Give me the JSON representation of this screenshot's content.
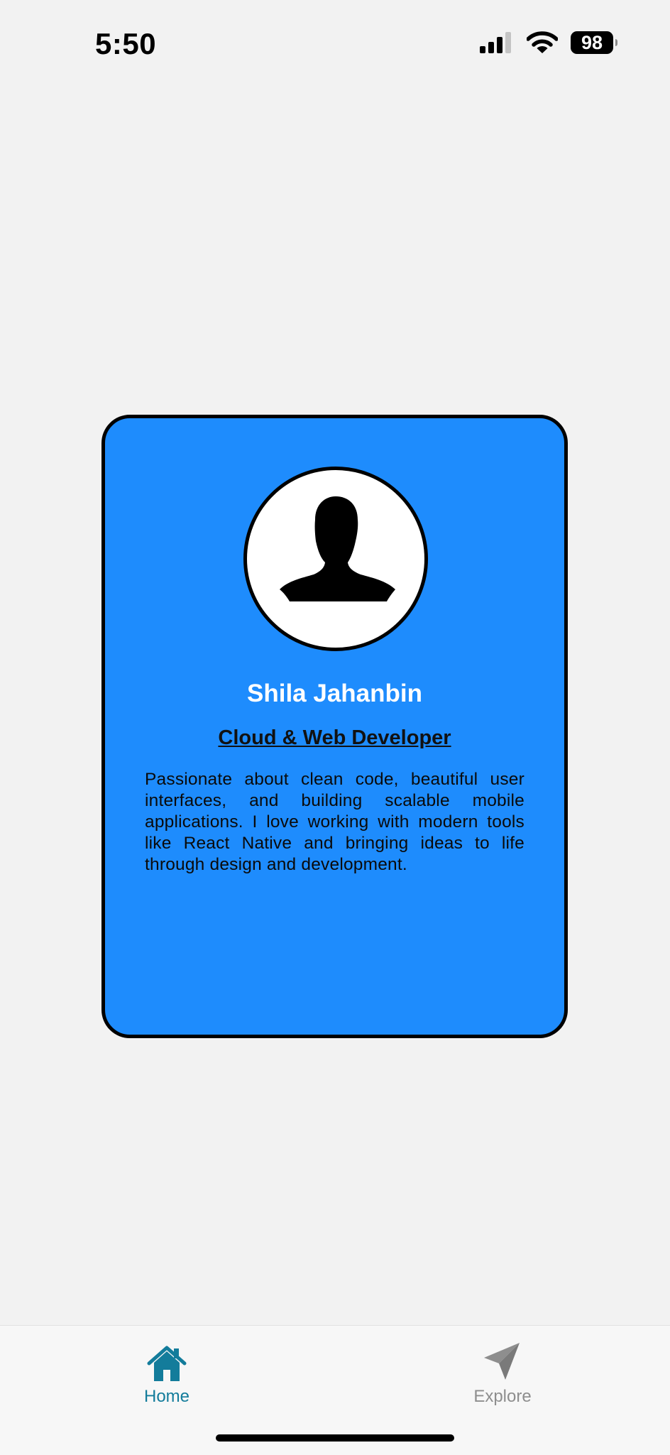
{
  "status_bar": {
    "time": "5:50",
    "battery": "98",
    "icons": [
      "signal-icon",
      "wifi-icon",
      "battery-icon"
    ]
  },
  "profile": {
    "avatar_icon": "person-silhouette-icon",
    "name": "Shila Jahanbin",
    "role": "Cloud & Web Developer",
    "bio": "Passionate about clean code, beautiful user interfaces, and building scalable mobile applications. I love working with modern tools like React Native and bringing ideas to life through design and development."
  },
  "tab_bar": {
    "tabs": [
      {
        "label": "Home",
        "icon": "home-icon",
        "active": true
      },
      {
        "label": "Explore",
        "icon": "paper-plane-icon",
        "active": false
      }
    ]
  },
  "colors": {
    "background": "#f2f2f2",
    "card": "#1e8cfd",
    "active_tab": "#137c9b",
    "inactive_tab": "#8e8e8e"
  }
}
